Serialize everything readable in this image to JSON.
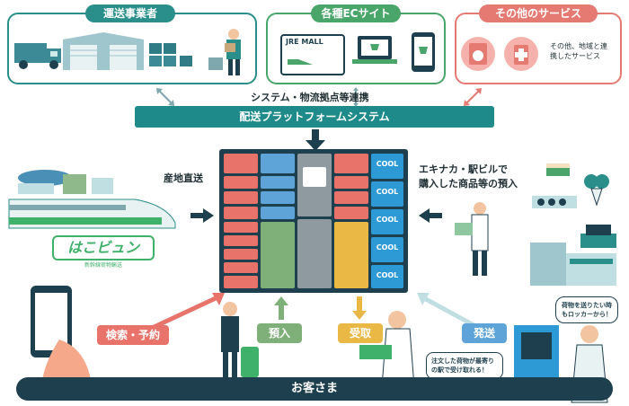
{
  "top": {
    "carriers": {
      "label": "運送事業者",
      "color": "#2a8f8a"
    },
    "ec": {
      "label": "各種ECサイト",
      "color": "#4aa56a",
      "brand": "JRE MALL"
    },
    "other": {
      "label": "その他のサービス",
      "color": "#e57a73",
      "note": "その他、地域と連携したサービス"
    }
  },
  "system": {
    "link_label": "システム・物流拠点等連携",
    "bar_label": "配送プラットフォームシステム",
    "bar_color": "#1f8a8a"
  },
  "left": {
    "label": "産地直送",
    "logo": "はこビュン",
    "logo_sub": "新幹線荷物輸送"
  },
  "right": {
    "label_line1": "エキナカ・駅ビルで",
    "label_line2": "購入した商品等の預入"
  },
  "locker": {
    "cool": [
      "COOL",
      "COOL",
      "COOL",
      "COOL",
      "COOL"
    ]
  },
  "actions": {
    "search": "検索・予約",
    "deposit": "預入",
    "pickup": "受取",
    "send": "発送"
  },
  "bubbles": {
    "receive": "注文した荷物が最寄りの駅で受け取れる！",
    "send": "荷物を送りたい時もロッカーから！"
  },
  "footer": {
    "label": "お客さま",
    "color": "#1e3f4d"
  }
}
